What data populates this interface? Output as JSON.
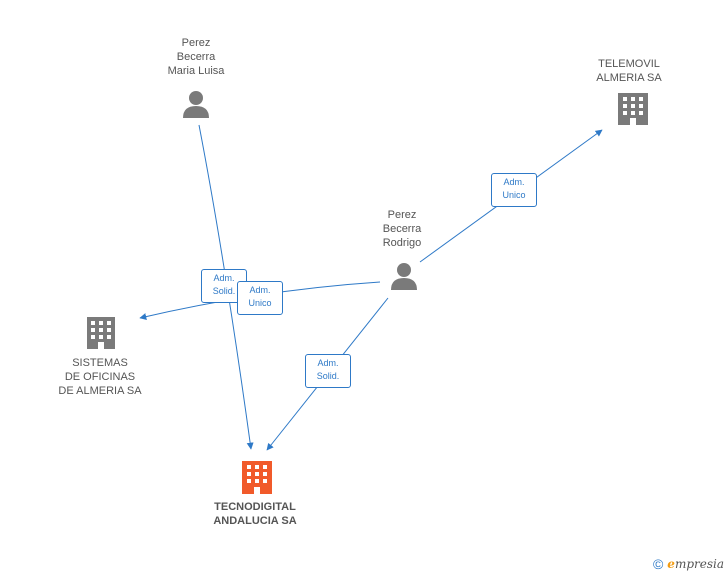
{
  "colors": {
    "edge": "#2e79c7",
    "node_gray": "#7a7a7a",
    "node_main": "#f15a2a"
  },
  "nodes": {
    "perez_maria": {
      "label": "Perez\nBecerra\nMaria Luisa",
      "icon": "person-icon"
    },
    "perez_rodrigo": {
      "label": "Perez\nBecerra\nRodrigo",
      "icon": "person-icon"
    },
    "telemovil": {
      "label": "TELEMOVIL\nALMERIA SA",
      "icon": "building-icon"
    },
    "sistemas": {
      "label": "SISTEMAS\nDE OFICINAS\nDE ALMERIA SA",
      "icon": "building-icon"
    },
    "tecnodigital": {
      "label": "TECNODIGITAL\nANDALUCIA SA",
      "icon": "building-icon"
    }
  },
  "edges": {
    "maria_to_tecno": "Adm.\nSolid.",
    "rodrigo_to_sistemas": "Adm.\nUnico",
    "rodrigo_to_telemovil": "Adm.\nUnico",
    "rodrigo_to_tecno": "Adm.\nSolid."
  },
  "brand": {
    "copyright": "©",
    "e": "e",
    "rest": "mpresia"
  }
}
